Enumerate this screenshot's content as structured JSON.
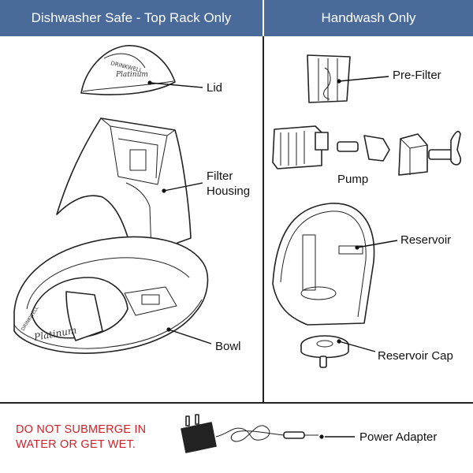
{
  "headers": {
    "left": "Dishwasher Safe - Top Rack Only",
    "right": "Handwash Only"
  },
  "parts": {
    "lid": "Lid",
    "filter_housing_line1": "Filter",
    "filter_housing_line2": "Housing",
    "bowl": "Bowl",
    "pre_filter": "Pre-Filter",
    "pump": "Pump",
    "reservoir": "Reservoir",
    "reservoir_cap": "Reservoir Cap",
    "power_adapter": "Power Adapter"
  },
  "warning": {
    "line1": "DO NOT  SUBMERGE IN",
    "line2": "WATER OR GET WET."
  },
  "logo_text": {
    "lid_brand": "DRINKWELL",
    "lid_model": "Platinum",
    "bowl_brand": "DRINKWELL",
    "bowl_model": "Platinum"
  },
  "colors": {
    "header_bg": "#4a6b9a",
    "warning_text": "#d0222a"
  }
}
